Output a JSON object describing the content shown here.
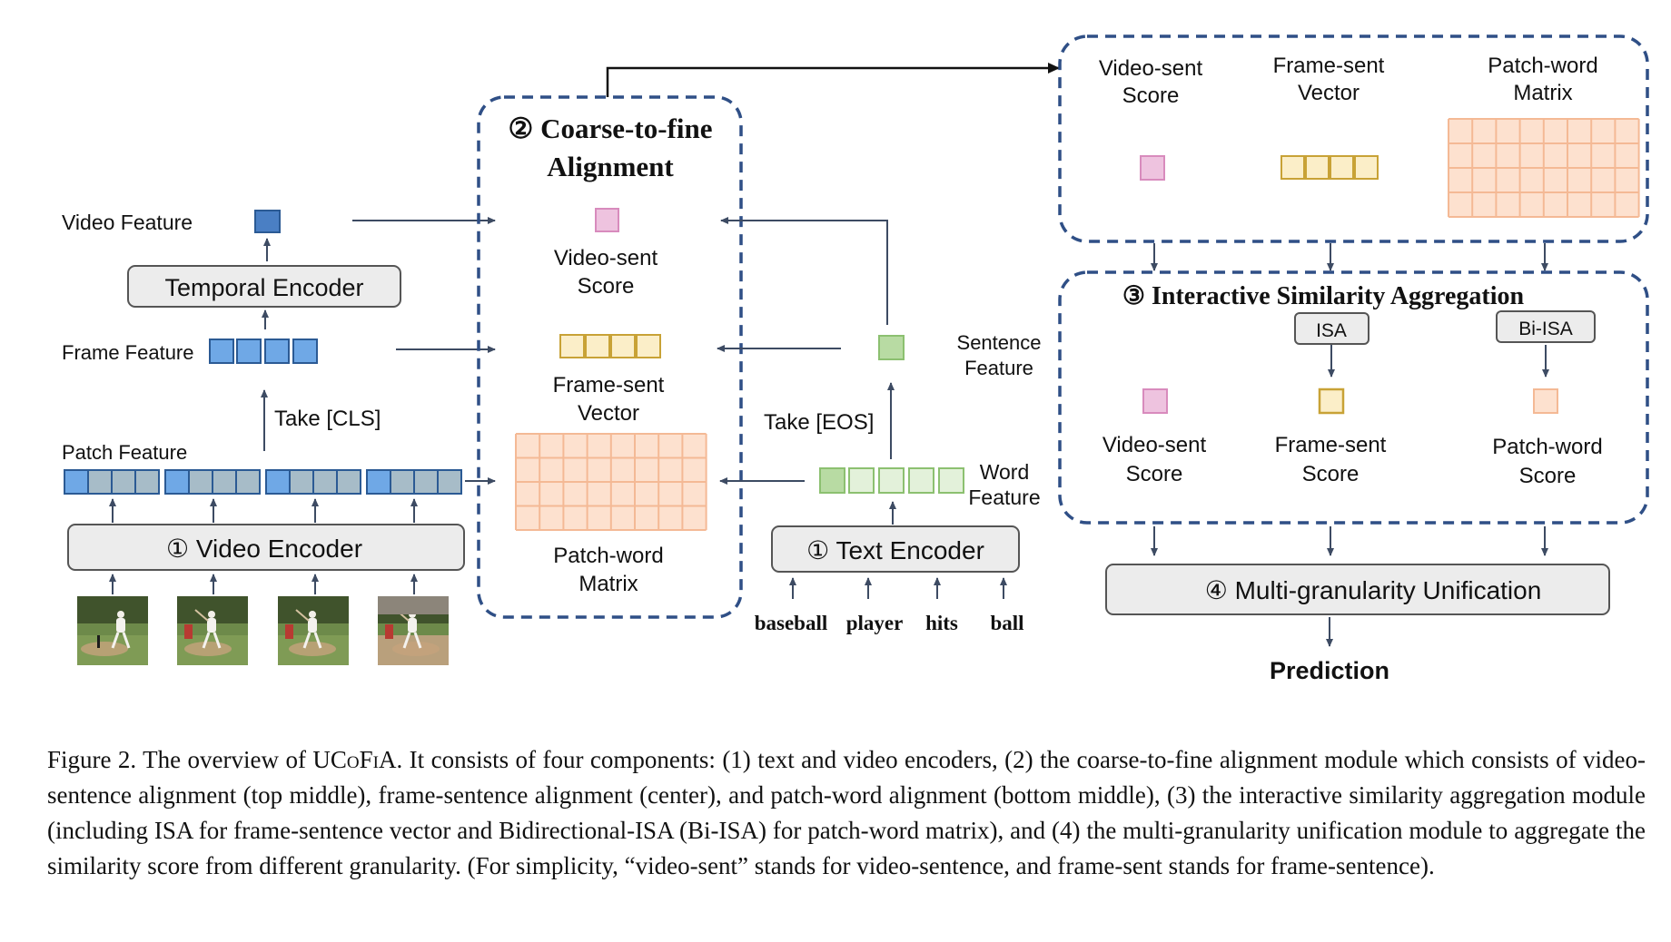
{
  "colors": {
    "video_blue": "#6fa8e6",
    "video_blue_dark": "#4a7fc4",
    "video_gray": "#a7bcc8",
    "sent_pink": "#eec3df",
    "frame_gold": "#fbeec8",
    "frame_gold_border": "#c8a236",
    "patch_orange": "#fde1cf",
    "patch_border": "#f4b995",
    "text_green": "#b8dba3",
    "text_green_light": "#e3f1da",
    "dash_blue": "#2f4f86"
  },
  "left": {
    "video_feature": "Video Feature",
    "temporal_encoder": "Temporal Encoder",
    "frame_feature": "Frame Feature",
    "take_cls": "Take [CLS]",
    "patch_feature": "Patch Feature",
    "video_encoder": "① Video Encoder",
    "frames": [
      "frame-1",
      "frame-2",
      "frame-3",
      "frame-4"
    ]
  },
  "middle": {
    "title_line1": "② Coarse-to-fine",
    "title_line2": "Alignment",
    "video_sent_1": "Video-sent",
    "video_sent_2": "Score",
    "frame_sent_1": "Frame-sent",
    "frame_sent_2": "Vector",
    "patch_word_1": "Patch-word",
    "patch_word_2": "Matrix"
  },
  "text_side": {
    "sentence_feature_1": "Sentence",
    "sentence_feature_2": "Feature",
    "take_eos": "Take [EOS]",
    "word_feature_1": "Word",
    "word_feature_2": "Feature",
    "text_encoder": "① Text Encoder",
    "words": [
      "baseball",
      "player",
      "hits",
      "ball"
    ]
  },
  "right_top": {
    "video_sent_1": "Video-sent",
    "video_sent_2": "Score",
    "frame_sent_1": "Frame-sent",
    "frame_sent_2": "Vector",
    "patch_word_1": "Patch-word",
    "patch_word_2": "Matrix"
  },
  "isa_module": {
    "title": "③ Interactive Similarity Aggregation",
    "isa": "ISA",
    "bi_isa": "Bi-ISA",
    "video_sent_1": "Video-sent",
    "video_sent_2": "Score",
    "frame_sent_1": "Frame-sent",
    "frame_sent_2": "Score",
    "patch_word_1": "Patch-word",
    "patch_word_2": "Score"
  },
  "unification": {
    "label": "④ Multi-granularity Unification",
    "prediction": "Prediction"
  },
  "caption": {
    "prefix": "Figure 2. The overview of ",
    "name": "UCoFiA",
    "rest": ". It consists of four components: (1) text and video encoders, (2) the coarse-to-fine alignment module which consists of video-sentence alignment (top middle), frame-sentence alignment (center), and patch-word alignment (bottom middle), (3) the interactive similarity aggregation module (including ISA for frame-sentence vector and Bidirectional-ISA (Bi-ISA) for patch-word matrix), and (4) the multi-granularity unification module to aggregate the similarity score from different granularity.  (For simplicity, “video-sent” stands for video-sentence, and frame-sent stands for frame-sentence)."
  }
}
